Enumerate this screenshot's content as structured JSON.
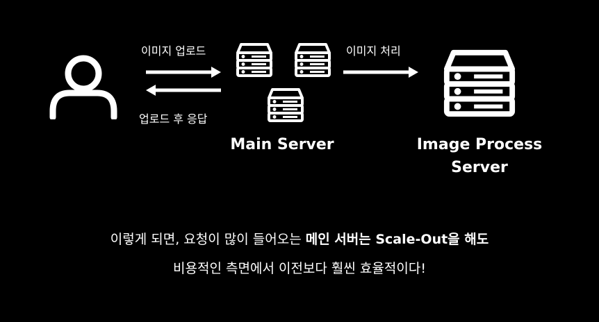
{
  "labels": {
    "upload": "이미지 업로드",
    "response": "업로드 후 응답",
    "process": "이미지 처리",
    "main_server": "Main Server",
    "image_server_line1": "Image Process",
    "image_server_line2": "Server"
  },
  "caption": {
    "line1_plain": "이렇게 되면, 요청이 많이 들어오는 ",
    "line1_bold": "메인 서버는 Scale-Out을 해도",
    "line2": "비용적인 측면에서 이전보다 훨씬 효율적이다!"
  },
  "colors": {
    "background": "#000000",
    "foreground": "#ffffff"
  },
  "icons": {
    "user": "user-icon",
    "server": "server-icon"
  }
}
